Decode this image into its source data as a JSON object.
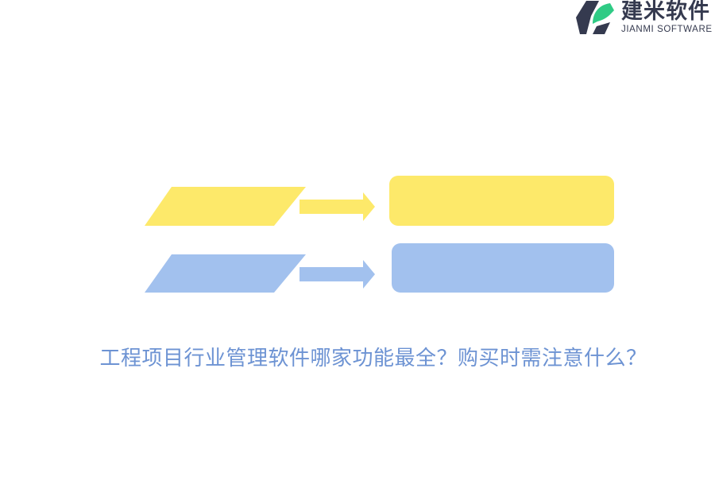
{
  "logo": {
    "name_cn": "建米软件",
    "name_en": "JIANMI SOFTWARE",
    "icon": "jianmi-logo-icon",
    "colors": {
      "dark": "#353a4f",
      "green": "#2fcb85"
    }
  },
  "diagram": {
    "rows": [
      {
        "color": "#fde96a",
        "input_label": "",
        "output_label": ""
      },
      {
        "color": "#a2c1ee",
        "input_label": "",
        "output_label": ""
      }
    ]
  },
  "title": "工程项目行业管理软件哪家功能最全？购买时需注意什么？",
  "colors": {
    "title": "#6d93d3",
    "background": "#ffffff"
  }
}
